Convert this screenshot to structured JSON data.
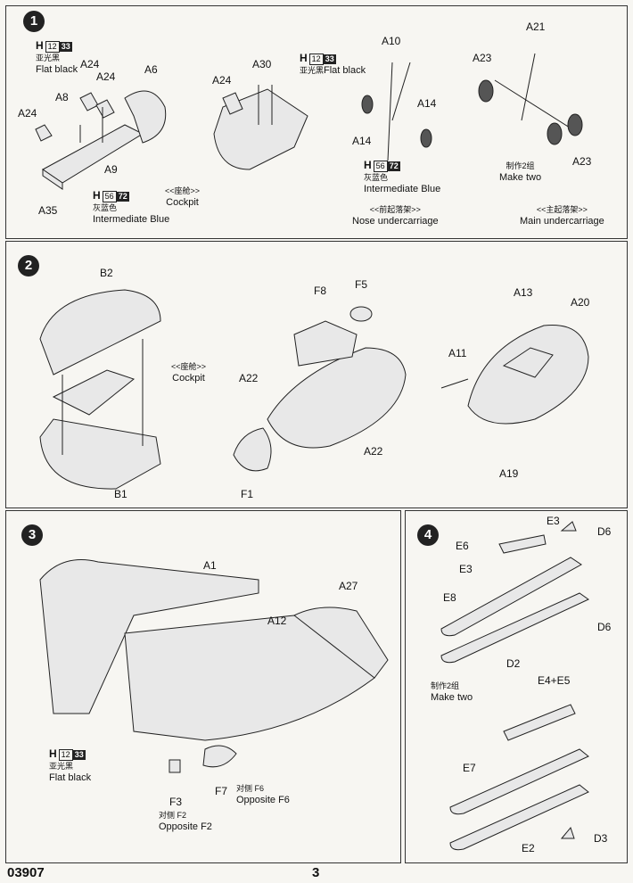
{
  "footer": {
    "code": "03907",
    "page": "3"
  },
  "steps": [
    "1",
    "2",
    "3",
    "4"
  ],
  "paint": {
    "h12": {
      "h": "H",
      "box": "12",
      "num": "33",
      "cn": "亚光黑",
      "en": "Flat black"
    },
    "h56": {
      "h": "H",
      "box": "56",
      "num": "72",
      "cn": "灰蓝色",
      "en": "Intermediate Blue"
    }
  },
  "step1": {
    "labels": [
      "A24",
      "A24",
      "A6",
      "A8",
      "A24",
      "A9",
      "A35",
      "A30",
      "A24",
      "A10",
      "A14",
      "A14",
      "A21",
      "A23",
      "A23"
    ],
    "cockpit_cn": "<<座舱>>",
    "cockpit_en": "Cockpit",
    "nose_cn": "<<前起落架>>",
    "nose_en": "Nose undercarriage",
    "make_two_cn": "制作2组",
    "make_two_en": "Make two",
    "main_cn": "<<主起落架>>",
    "main_en": "Main undercarriage"
  },
  "step2": {
    "labels": [
      "B2",
      "B1",
      "F8",
      "F5",
      "A22",
      "A22",
      "F1",
      "A13",
      "A20",
      "A11",
      "A19"
    ],
    "cockpit_cn": "<<座舱>>",
    "cockpit_en": "Cockpit"
  },
  "step3": {
    "labels": [
      "A1",
      "A27",
      "A12",
      "F3",
      "F7"
    ],
    "opp_f6_cn": "对侧 F6",
    "opp_f6_en": "Opposite F6",
    "opp_f2_cn": "对侧 F2",
    "opp_f2_en": "Opposite F2"
  },
  "step4": {
    "labels": [
      "E3",
      "E6",
      "D6",
      "E3",
      "E8",
      "D6",
      "D2",
      "E4+E5",
      "E7",
      "E2",
      "D3"
    ],
    "make_two_cn": "制作2组",
    "make_two_en": "Make two"
  }
}
